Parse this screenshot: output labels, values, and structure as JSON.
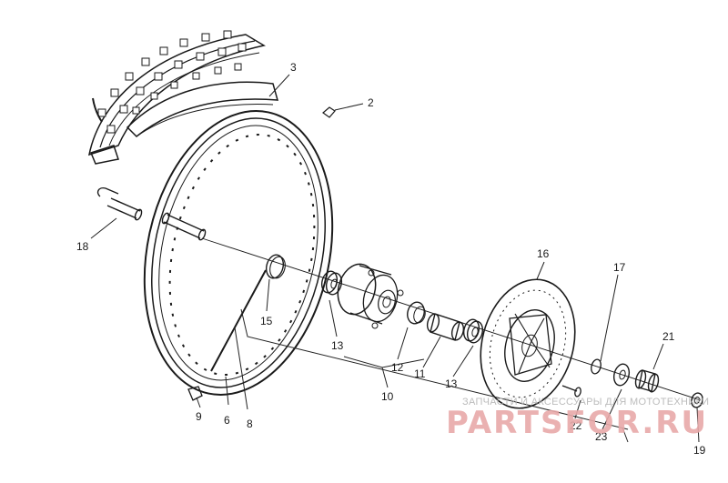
{
  "callouts": {
    "c2": "2",
    "c3": "3",
    "c6": "6",
    "c8": "8",
    "c9": "9",
    "c10": "10",
    "c11": "11",
    "c12": "12",
    "c13a": "13",
    "c13b": "13",
    "c15": "15",
    "c16": "16",
    "c17": "17",
    "c18": "18",
    "c19": "19",
    "c21": "21",
    "c22": "22",
    "c23": "23"
  },
  "watermark": {
    "tagline": "ЗАПЧАСТИ И АКСЕССУАРЫ ДЛЯ МОТОТЕХНИКИ",
    "brand": "PARTSFOR.RU"
  },
  "colors": {
    "ink": "#1a1a1a",
    "watermark_brand": "#e8a9a9",
    "watermark_text": "#b5b5b5"
  }
}
